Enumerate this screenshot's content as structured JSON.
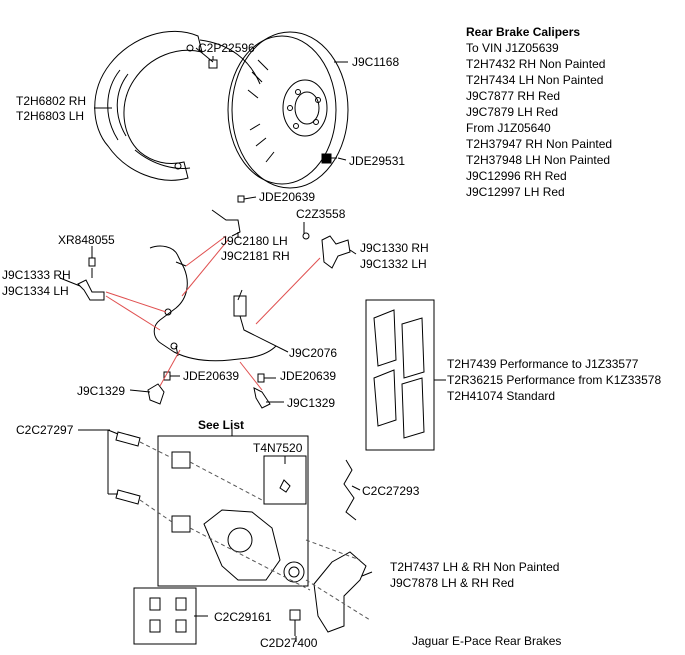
{
  "callouts": {
    "c2p22596": "C2P22596",
    "t2h6802": "T2H6802 RH",
    "t2h6803": "T2H6803 LH",
    "j9c1168": "J9C1168",
    "jde29531": "JDE29531",
    "jde20639_top": "JDE20639",
    "c2z3558": "C2Z3558",
    "xr848055": "XR848055",
    "j9c2180": "J9C2180 LH",
    "j9c2181": "J9C2181 RH",
    "j9c1330": "J9C1330 RH",
    "j9c1332": "J9C1332 LH",
    "j9c1333": "J9C1333 RH",
    "j9c1334": "J9C1334 LH",
    "j9c2076": "J9C2076",
    "j9c1329_left": "J9C1329",
    "jde20639_mid": "JDE20639",
    "jde20639_right": "JDE20639",
    "j9c1329_right": "J9C1329",
    "c2c27297": "C2C27297",
    "see_list": "See List",
    "t4n7520": "T4N7520",
    "c2c27293": "C2C27293",
    "c2c29161": "C2C29161",
    "c2d27400": "C2D27400",
    "t2h7437": "T2H7437 LH & RH Non Painted",
    "j9c7878": "J9C7878 LH & RH Red"
  },
  "pads": {
    "lines": [
      "T2H7439 Performance to J1Z33577",
      "T2R36215 Performance from K1Z33578",
      "T2H41074 Standard"
    ]
  },
  "calipers": {
    "title": "Rear Brake Calipers",
    "lines": [
      "To VIN J1Z05639",
      "T2H7432 RH Non Painted",
      "T2H7434 LH Non Painted",
      "J9C7877 RH Red",
      "J9C7879 LH Red",
      "From J1Z05640",
      "T2H37947 RH Non Painted",
      "T2H37948 LH Non Painted",
      "J9C12996 RH Red",
      "J9C12997 LH Red"
    ]
  },
  "footer": {
    "caption": "Jaguar E-Pace Rear Brakes"
  }
}
